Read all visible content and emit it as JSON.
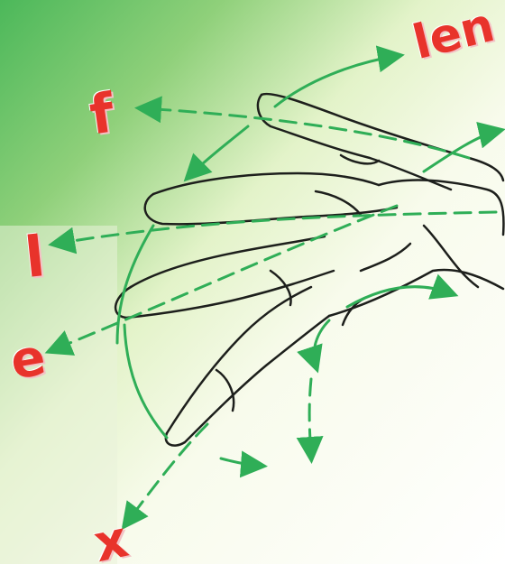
{
  "labels": {
    "top": "len",
    "f": "f",
    "l": "l",
    "e": "e",
    "x": "x"
  },
  "colors": {
    "label": "#e8332b",
    "arrow": "#2fae57",
    "outline": "#1d1f1c",
    "background_tint": "#5cbc5a"
  }
}
